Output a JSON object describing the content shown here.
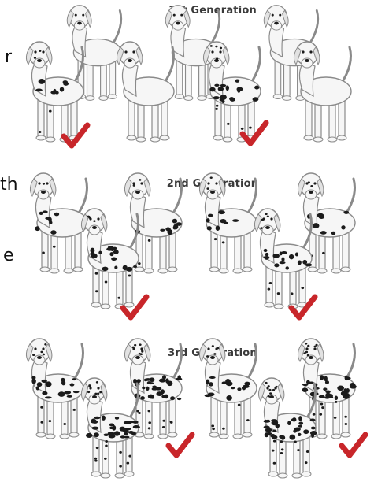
{
  "titles": {
    "gen1": "1st Generation",
    "gen2": "2nd Generation",
    "gen3": "3rd Generation"
  },
  "edge_text": {
    "a": "r",
    "b": "th",
    "c": "e"
  },
  "colors": {
    "outline": "#8a8a8a",
    "fur": "#f6f6f6",
    "spot": "#1b1b1b",
    "check": "#c8262a"
  },
  "generations": [
    {
      "label_key": "gen1",
      "dogs": [
        {
          "role": "back",
          "spots": 0
        },
        {
          "role": "back",
          "spots": 0
        },
        {
          "role": "back",
          "spots": 0
        },
        {
          "role": "front",
          "spots": 1,
          "selected": true
        },
        {
          "role": "front",
          "spots": 0
        },
        {
          "role": "front",
          "spots": 2,
          "selected": true
        },
        {
          "role": "front",
          "spots": 0
        }
      ]
    },
    {
      "label_key": "gen2",
      "dogs": [
        {
          "role": "back",
          "spots": 1
        },
        {
          "role": "back",
          "spots": 1
        },
        {
          "role": "front",
          "spots": 2,
          "selected": true
        },
        {
          "role": "back",
          "spots": 1
        },
        {
          "role": "back",
          "spots": 1
        },
        {
          "role": "front",
          "spots": 2,
          "selected": true
        }
      ]
    },
    {
      "label_key": "gen3",
      "dogs": [
        {
          "role": "back",
          "spots": 2
        },
        {
          "role": "back",
          "spots": 3,
          "selected": true
        },
        {
          "role": "front",
          "spots": 3
        },
        {
          "role": "back",
          "spots": 2
        },
        {
          "role": "back",
          "spots": 3,
          "selected": true
        },
        {
          "role": "front",
          "spots": 3
        }
      ]
    }
  ]
}
